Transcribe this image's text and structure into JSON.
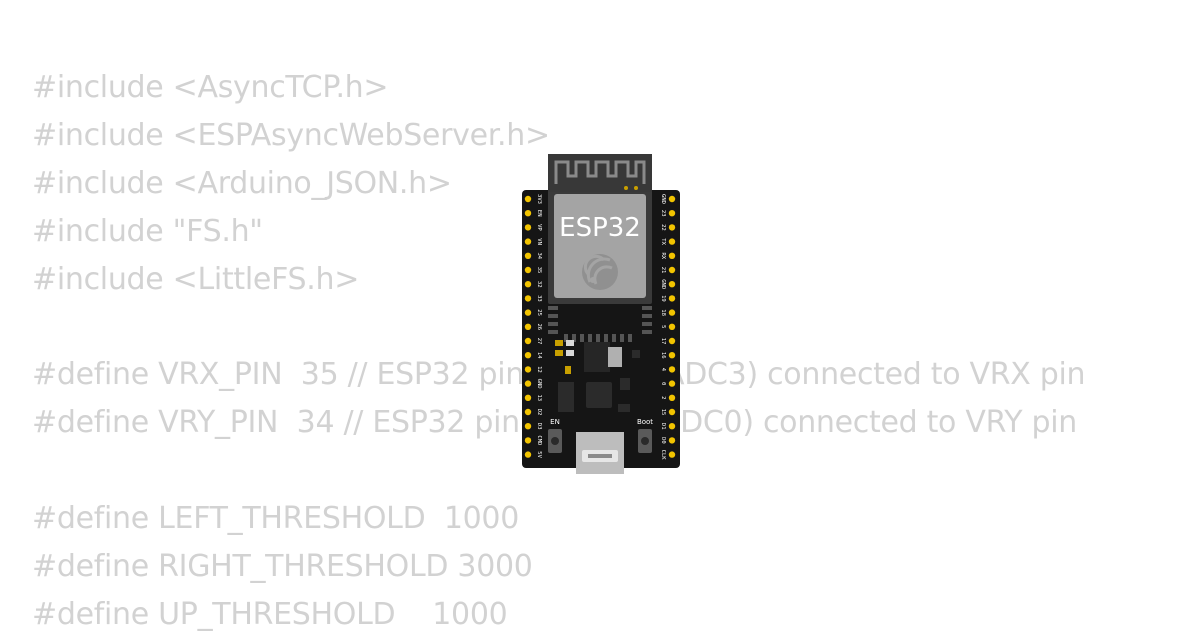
{
  "code_lines": [
    "#include <AsyncTCP.h>",
    "#include <ESPAsyncWebServer.h>",
    "#include <Arduino_JSON.h>",
    "#include \"FS.h\"",
    "#include <LittleFS.h>",
    "",
    "#define VRX_PIN  35 // ESP32 pin GPIO35 (ADC3) connected to VRX pin",
    "#define VRY_PIN  34 // ESP32 pin GPIO34 (ADC0) connected to VRY pin",
    "",
    "#define LEFT_THRESHOLD  1000",
    "#define RIGHT_THRESHOLD 3000",
    "#define UP_THRESHOLD    1000"
  ],
  "board": {
    "module_label": "ESP32",
    "left_pins": [
      "3V3",
      "EN",
      "VP",
      "VN",
      "34",
      "35",
      "32",
      "33",
      "25",
      "26",
      "27",
      "14",
      "12",
      "GND",
      "13",
      "D2",
      "D3",
      "CMD",
      "5V"
    ],
    "right_pins": [
      "GND",
      "23",
      "22",
      "TX",
      "RX",
      "21",
      "GND",
      "19",
      "18",
      "5",
      "17",
      "16",
      "4",
      "0",
      "2",
      "15",
      "D1",
      "D0",
      "CLK"
    ],
    "en_label": "EN",
    "boot_label": "Boot",
    "icon": "espressif-logo-icon"
  },
  "colors": {
    "code_text": "#d2d2d2",
    "board": "#151515",
    "pin": "#f2c400",
    "module": "#a4a4a4",
    "shield": "#9a9a9a"
  }
}
